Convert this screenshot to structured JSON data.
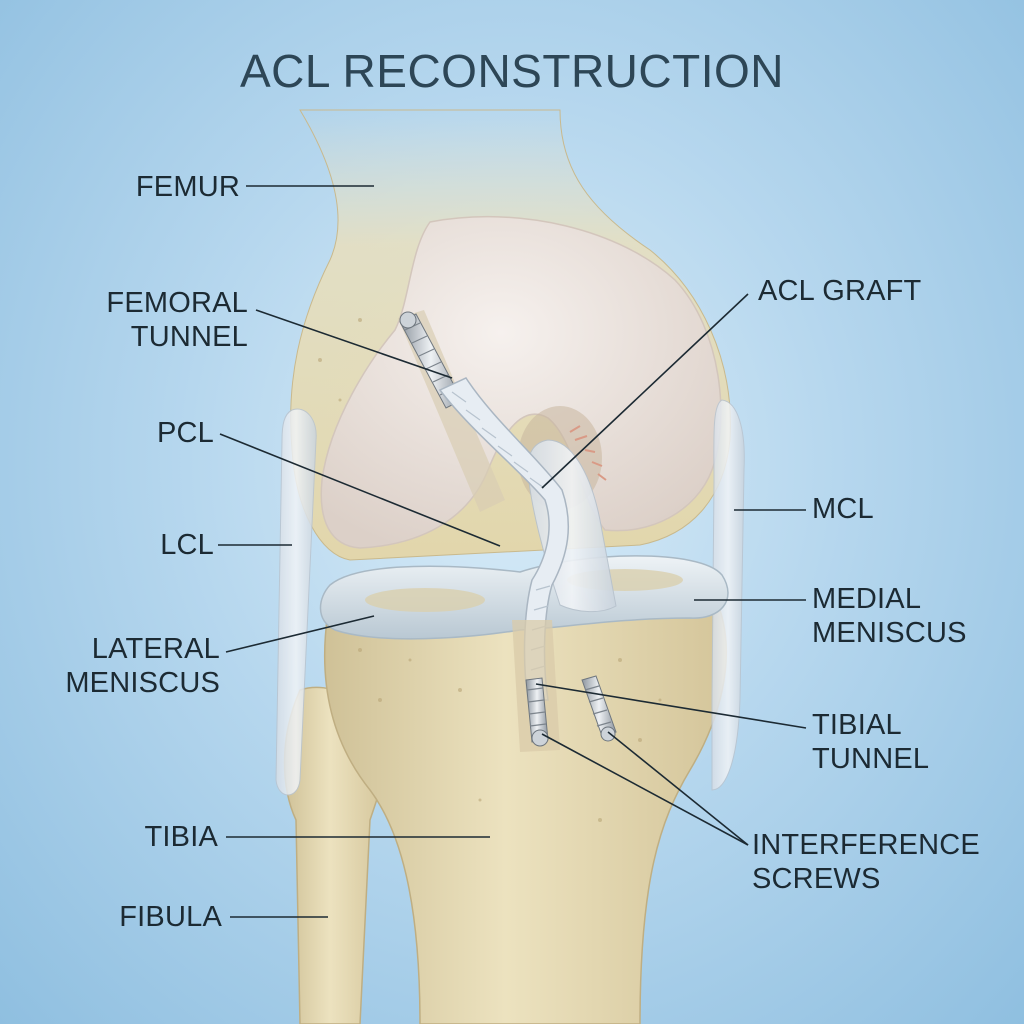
{
  "title": "ACL RECONSTRUCTION",
  "labels": {
    "femur": "FEMUR",
    "femoral_tunnel": "FEMORAL\nTUNNEL",
    "pcl": "PCL",
    "lcl": "LCL",
    "lateral_meniscus": "LATERAL\nMENISCUS",
    "tibia": "TIBIA",
    "fibula": "FIBULA",
    "acl_graft": "ACL GRAFT",
    "mcl": "MCL",
    "medial_meniscus": "MEDIAL\nMENISCUS",
    "tibial_tunnel": "TIBIAL\nTUNNEL",
    "interference_screws": "INTERFERENCE\nSCREWS"
  },
  "colors": {
    "bone": "#e6dcb4",
    "cartilage": "#efe8e2",
    "meniscus": "#d7e2ea",
    "ligament": "#e3e9ef",
    "screw": "#c7ccd2",
    "leader_line": "#1c2a33"
  }
}
